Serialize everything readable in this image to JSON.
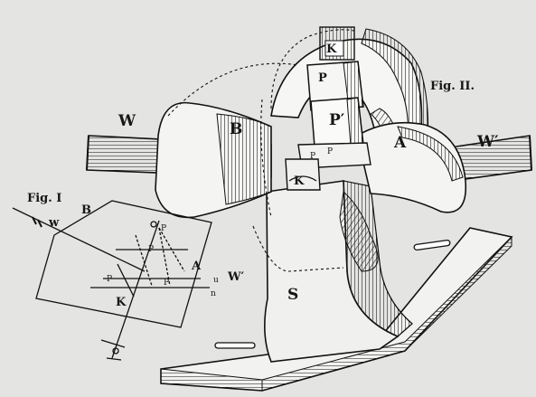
{
  "labels": {
    "fig1": "Fig. I",
    "fig2": "Fig. II.",
    "w_big": "W",
    "w_prime_big": "W′",
    "b_big": "B",
    "a_big": "A",
    "s_big": "S",
    "p_big": "P",
    "p_prime_big": "P′",
    "k_top": "K",
    "k_low": "K",
    "p_small_1": "P",
    "p_small_2": "P",
    "w_fig1": "w",
    "b_fig1": "B",
    "a_fig1": "A",
    "w_prime_fig1": "W′",
    "k_fig1": "K",
    "p_fig1_top": "P",
    "p_fig1_mid": "P",
    "p_fig1_left": "P",
    "p_fig1_right": "P",
    "u_fig1": "u",
    "n_fig1": "n"
  }
}
